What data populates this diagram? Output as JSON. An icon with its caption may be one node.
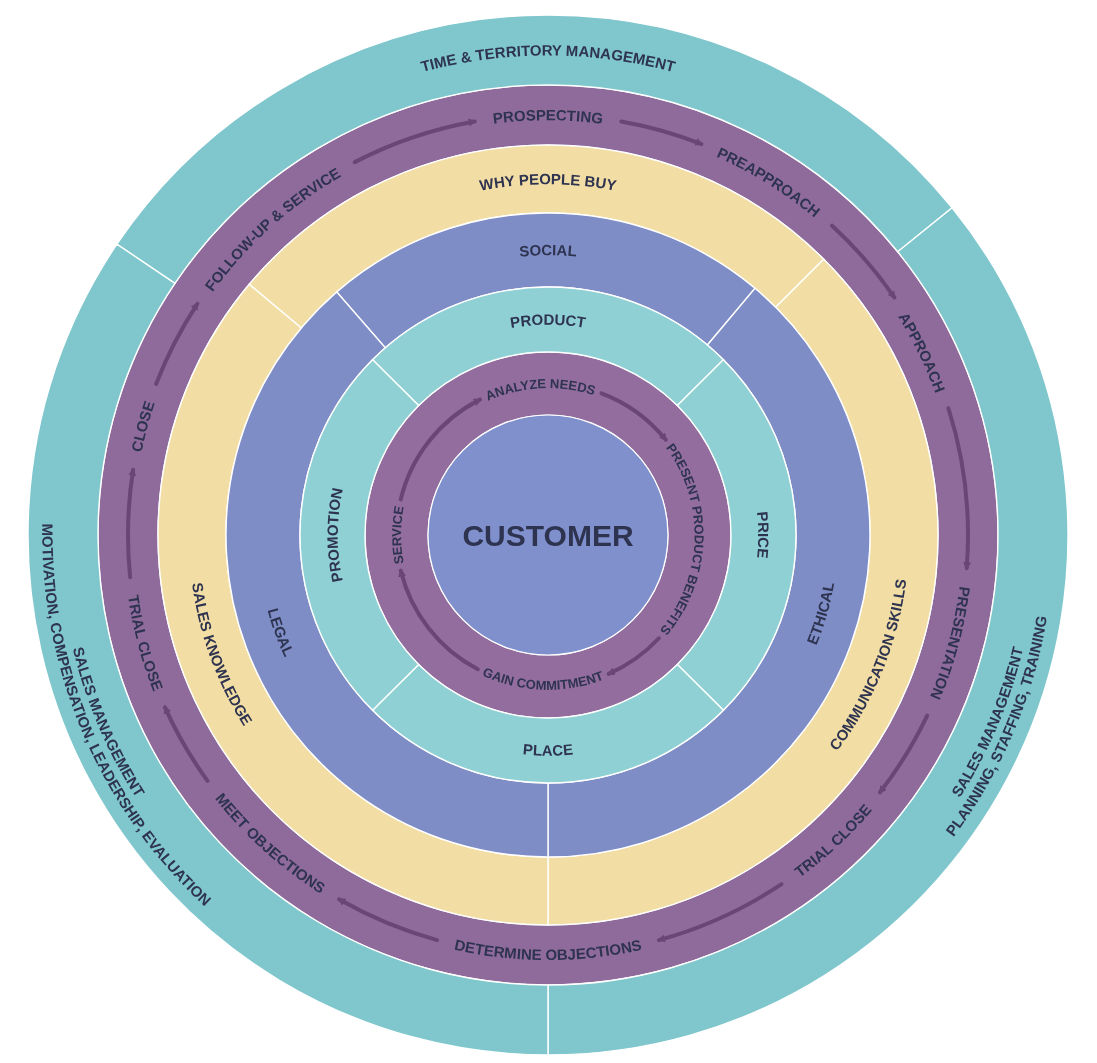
{
  "diagram": {
    "nodes": [
      {
        "text": [
          "TIME & TERRITORY MANAGEMENT"
        ]
      },
      {
        "text": [
          "SALES MANAGEMENT",
          "PLANNING, STAFFING, TRAINING"
        ]
      },
      {
        "text": [
          "SALES MANAGEMENT",
          "MOTIVATION, COMPENSATION, LEADERSHIP, EVALUATION"
        ]
      },
      {
        "text": [
          "PROSPECTING"
        ]
      },
      {
        "text": [
          "PREAPPROACH"
        ]
      },
      {
        "text": [
          "APPROACH"
        ]
      },
      {
        "text": [
          "PRESENTATION"
        ]
      },
      {
        "text": [
          "TRIAL CLOSE"
        ]
      },
      {
        "text": [
          "DETERMINE OBJECTIONS"
        ]
      },
      {
        "text": [
          "MEET OBJECTIONS"
        ]
      },
      {
        "text": [
          "TRIAL CLOSE"
        ]
      },
      {
        "text": [
          "CLOSE"
        ]
      },
      {
        "text": [
          "FOLLOW-UP & SERVICE"
        ]
      },
      {
        "text": [
          "WHY PEOPLE BUY"
        ]
      },
      {
        "text": [
          "COMMUNICATION SKILLS"
        ]
      },
      {
        "text": [
          "SALES KNOWLEDGE"
        ]
      },
      {
        "text": [
          "SOCIAL"
        ]
      },
      {
        "text": [
          "ETHICAL"
        ]
      },
      {
        "text": [
          "LEGAL"
        ]
      },
      {
        "text": [
          "PRODUCT"
        ]
      },
      {
        "text": [
          "PRICE"
        ]
      },
      {
        "text": [
          "PLACE"
        ]
      },
      {
        "text": [
          "PROMOTION"
        ]
      },
      {
        "text": [
          "ANALYZE NEEDS"
        ]
      },
      {
        "text": [
          "PRESENT PRODUCT BENEFITS"
        ]
      },
      {
        "text": [
          "GAIN COMMITMENT"
        ]
      },
      {
        "text": [
          "SERVICE"
        ]
      },
      {
        "text": [
          "CUSTOMER"
        ]
      }
    ],
    "edges": [
      {
        "from": 3,
        "to": 4,
        "arrow": "to"
      },
      {
        "from": 4,
        "to": 5,
        "arrow": "to"
      },
      {
        "from": 5,
        "to": 6,
        "arrow": "to"
      },
      {
        "from": 6,
        "to": 7,
        "arrow": "to"
      },
      {
        "from": 7,
        "to": 8,
        "arrow": "to"
      },
      {
        "from": 8,
        "to": 9,
        "arrow": "to"
      },
      {
        "from": 9,
        "to": 10,
        "arrow": "to"
      },
      {
        "from": 10,
        "to": 11,
        "arrow": "to"
      },
      {
        "from": 11,
        "to": 12,
        "arrow": "to"
      },
      {
        "from": 12,
        "to": 3,
        "arrow": "to"
      },
      {
        "from": 23,
        "to": 24,
        "arrow": "to"
      },
      {
        "from": 24,
        "to": 25,
        "arrow": "to"
      },
      {
        "from": 25,
        "to": 26,
        "arrow": "to"
      },
      {
        "from": 26,
        "to": 23,
        "arrow": "to"
      }
    ]
  }
}
